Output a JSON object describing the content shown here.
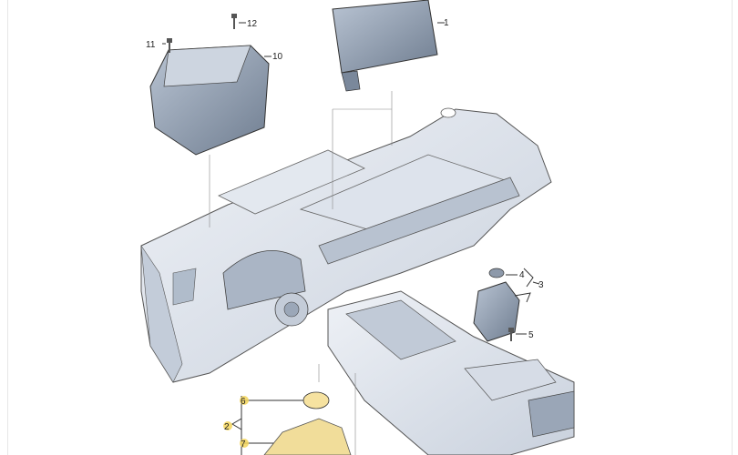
{
  "diagram": {
    "callouts": {
      "c1": "1",
      "c2": "2",
      "c3": "3",
      "c4": "4",
      "c5": "5",
      "c6": "6",
      "c7": "7",
      "c10": "10",
      "c11": "11",
      "c12": "12"
    },
    "colors": {
      "part_fill": "#cfd7e3",
      "part_dark": "#8d99aa",
      "highlight": "#f3d55a",
      "outline": "#333"
    }
  }
}
